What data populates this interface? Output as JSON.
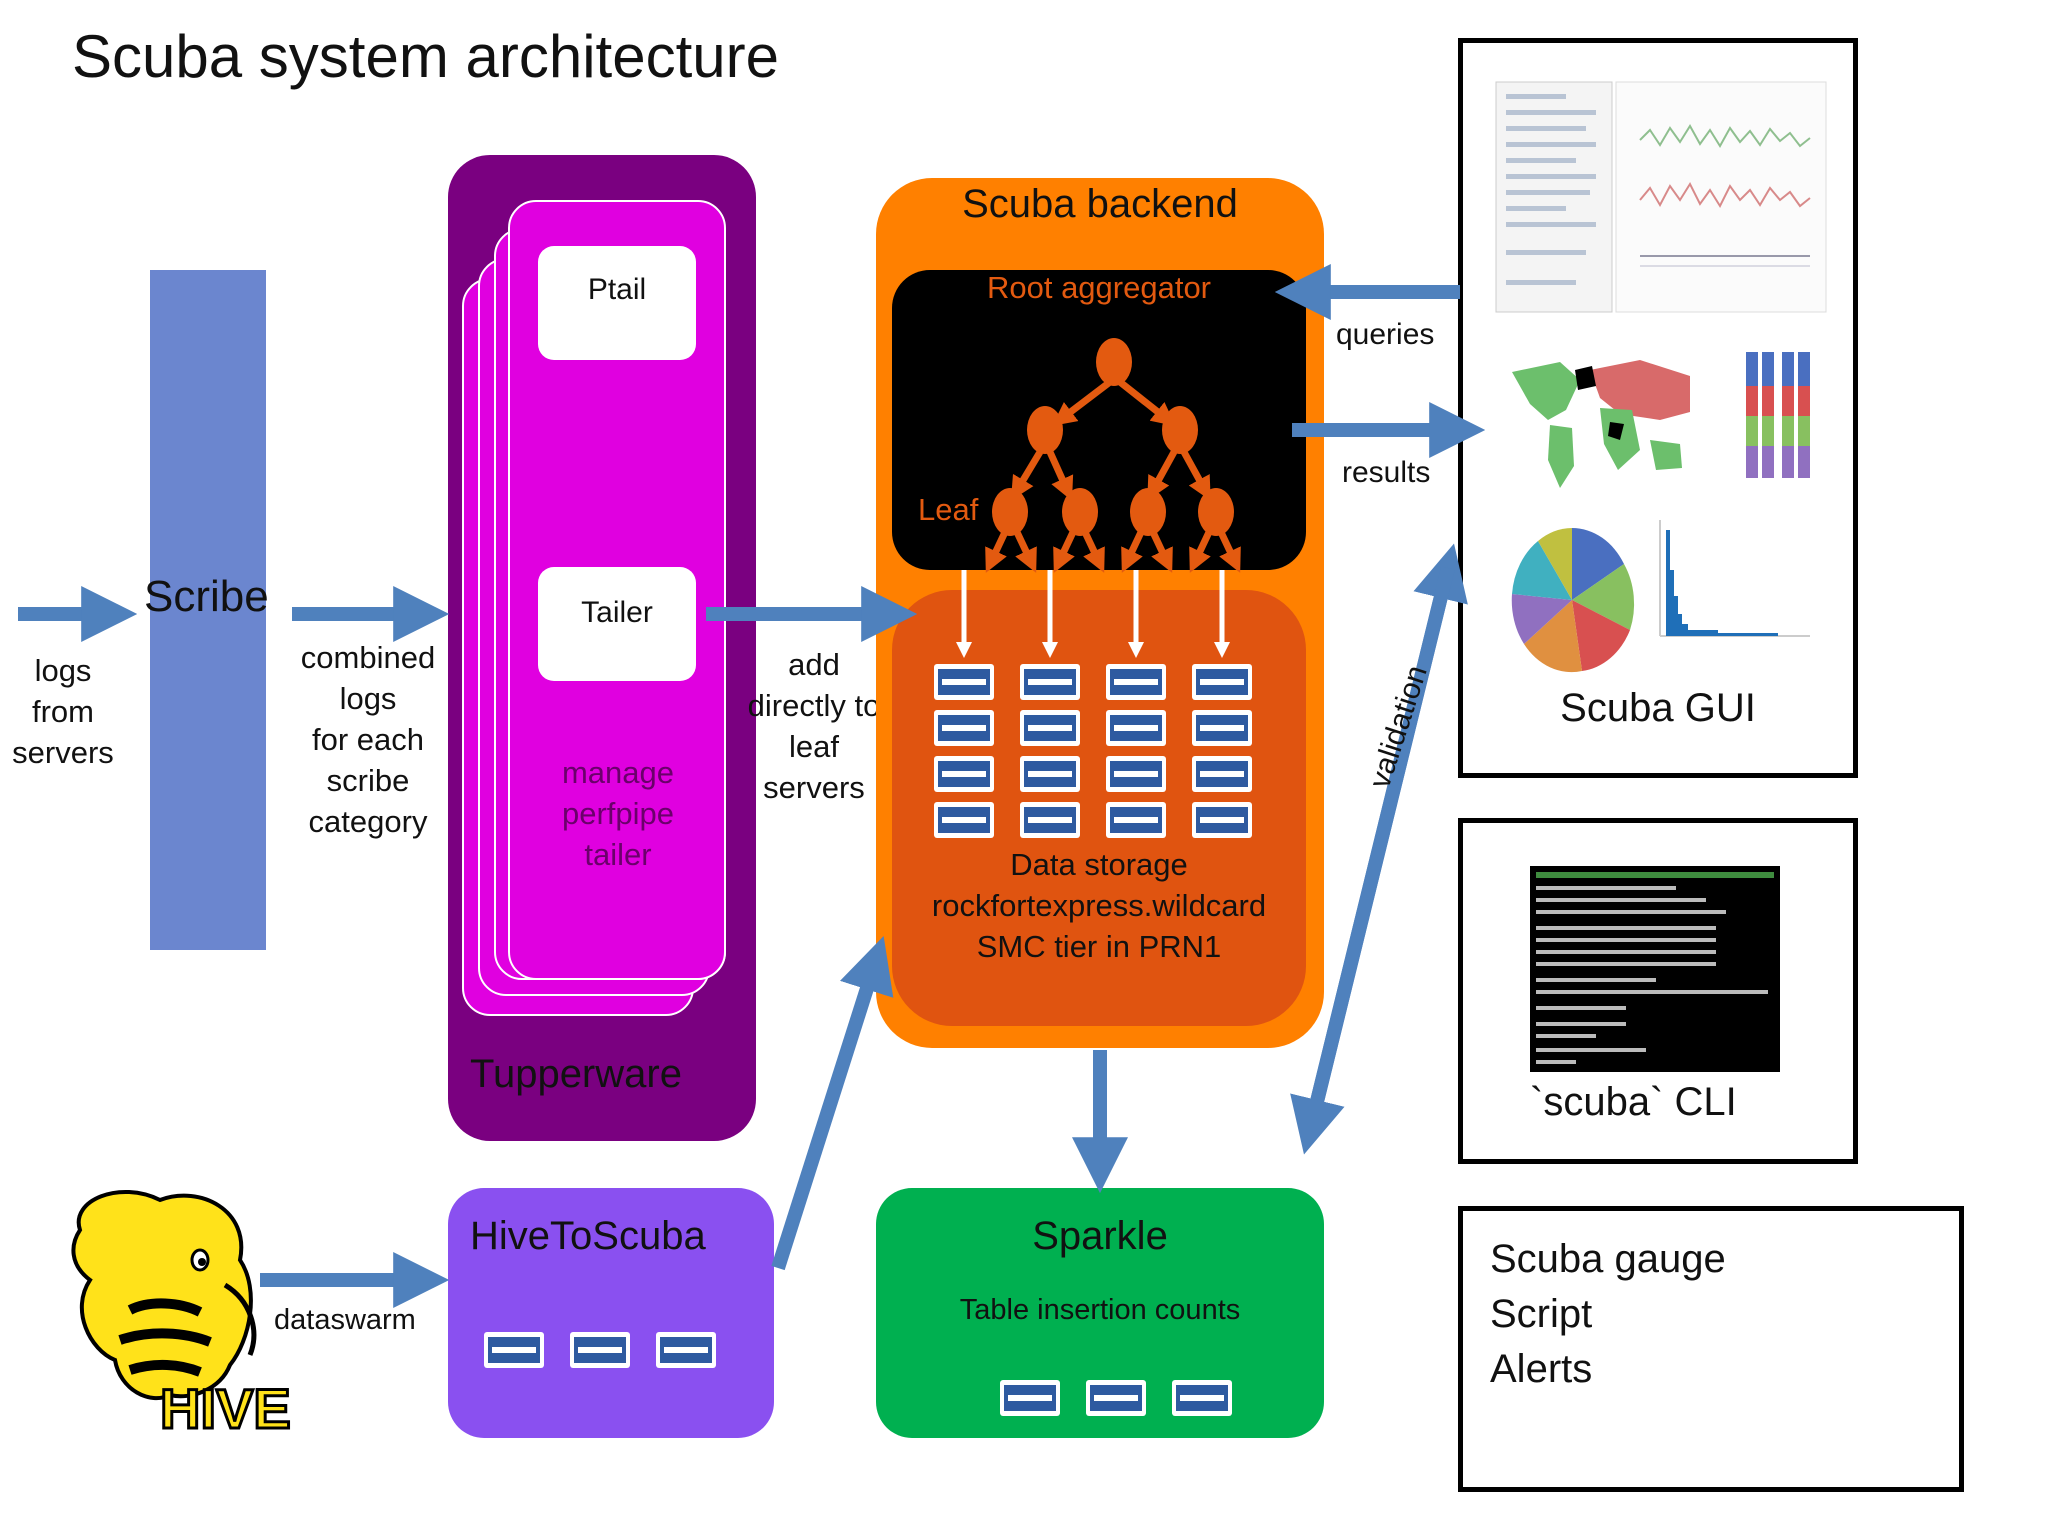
{
  "title": "Scuba system architecture",
  "scribe": {
    "label": "Scribe"
  },
  "logs_from_servers": "logs\nfrom\nservers",
  "combined_logs": "combined\nlogs\nfor each\nscribe\ncategory",
  "tupperware": {
    "label": "Tupperware",
    "ptail": "Ptail",
    "tailer": "Tailer",
    "manage": "manage\nperfpipe\ntailer"
  },
  "add_directly": "add\ndirectly to\nleaf\nservers",
  "backend": {
    "title": "Scuba backend",
    "root_aggregator": "Root aggregator",
    "leaf": "Leaf",
    "storage": "Data storage\nrockfortexpress.wildcard\nSMC tier in PRN1"
  },
  "queries": "queries",
  "results": "results",
  "validation": "validation",
  "gui": {
    "label": "Scuba GUI"
  },
  "cli": {
    "label": "`scuba` CLI"
  },
  "gauge": {
    "text": "Scuba gauge\nScript\nAlerts"
  },
  "hive": {
    "logo_text": "HIVE"
  },
  "dataswarm": "dataswarm",
  "hivetoscuba": {
    "label": "HiveToScuba"
  },
  "sparkle": {
    "title": "Sparkle",
    "subtitle": "Table insertion counts"
  },
  "colors": {
    "arrow": "#4f81bd",
    "scribe_bar": "#6b86cf",
    "tupperware_outer": "#7a0080",
    "tupperware_card": "#e000e0",
    "backend_orange": "#ff8000",
    "storage_orange": "#e05410",
    "hivetoscuba": "#8a50f0",
    "sparkle": "#00b050",
    "node": "#e35a10"
  }
}
